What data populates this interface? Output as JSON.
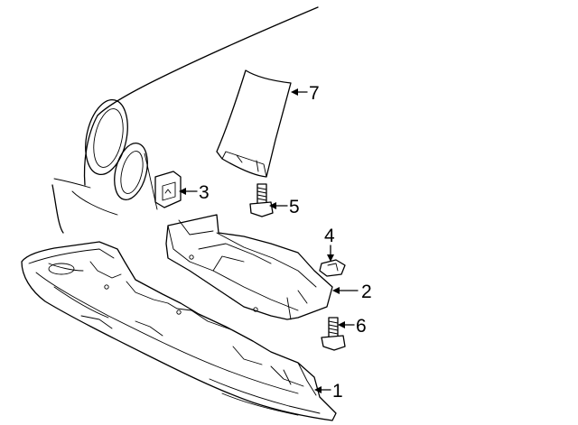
{
  "callouts": [
    {
      "id": "1",
      "label": "1",
      "part": "front-bumper-lower-deflector"
    },
    {
      "id": "2",
      "label": "2",
      "part": "splash-shield"
    },
    {
      "id": "3",
      "label": "3",
      "part": "retainer-clip"
    },
    {
      "id": "4",
      "label": "4",
      "part": "nut-clip"
    },
    {
      "id": "5",
      "label": "5",
      "part": "bolt-upper"
    },
    {
      "id": "6",
      "label": "6",
      "part": "bolt-lower"
    },
    {
      "id": "7",
      "label": "7",
      "part": "air-deflector"
    }
  ]
}
